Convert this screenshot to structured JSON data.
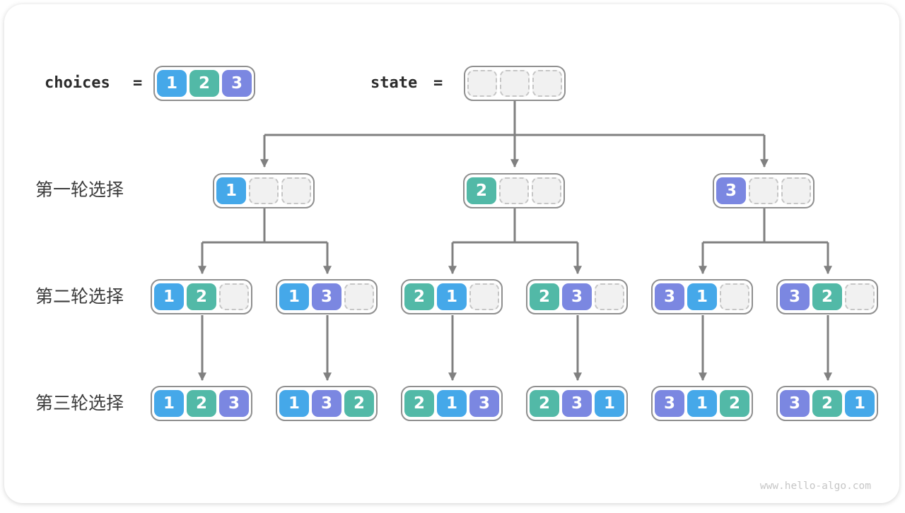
{
  "header": {
    "choices_label": "choices",
    "choices_equals": "=",
    "choices": [
      1,
      2,
      3
    ],
    "state_label": "state",
    "state_equals": "=",
    "state": [
      null,
      null,
      null
    ]
  },
  "tree": {
    "level1": {
      "label": "第一轮选择",
      "nodes": [
        [
          1,
          null,
          null
        ],
        [
          2,
          null,
          null
        ],
        [
          3,
          null,
          null
        ]
      ]
    },
    "level2": {
      "label": "第二轮选择",
      "nodes": [
        [
          1,
          2,
          null
        ],
        [
          1,
          3,
          null
        ],
        [
          2,
          1,
          null
        ],
        [
          2,
          3,
          null
        ],
        [
          3,
          1,
          null
        ],
        [
          3,
          2,
          null
        ]
      ]
    },
    "level3": {
      "label": "第三轮选择",
      "nodes": [
        [
          1,
          2,
          3
        ],
        [
          1,
          3,
          2
        ],
        [
          2,
          1,
          3
        ],
        [
          2,
          3,
          1
        ],
        [
          3,
          1,
          2
        ],
        [
          3,
          2,
          1
        ]
      ]
    }
  },
  "colors": {
    "value1": "#45a8e9",
    "value2": "#52b9a7",
    "value3": "#7b87e1",
    "empty_cell": "#f1f1f1",
    "arrow": "#808080"
  },
  "watermark": "www.hello-algo.com"
}
